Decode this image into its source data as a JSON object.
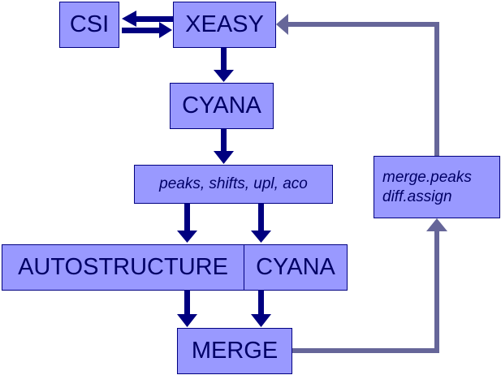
{
  "nodes": {
    "csi": "CSI",
    "xeasy": "XEASY",
    "cyana_top": "CYANA",
    "files": "peaks, shifts, upl, aco",
    "autostructure": "AUTOSTRUCTURE",
    "cyana_bottom": "CYANA",
    "merge": "MERGE",
    "feedback_line1": "merge.peaks",
    "feedback_line2": "diff.assign"
  },
  "colors": {
    "box_fill": "#9999ff",
    "box_border": "#000080",
    "text": "#000066",
    "arrow_dark": "#000080",
    "arrow_loop": "#666699"
  }
}
